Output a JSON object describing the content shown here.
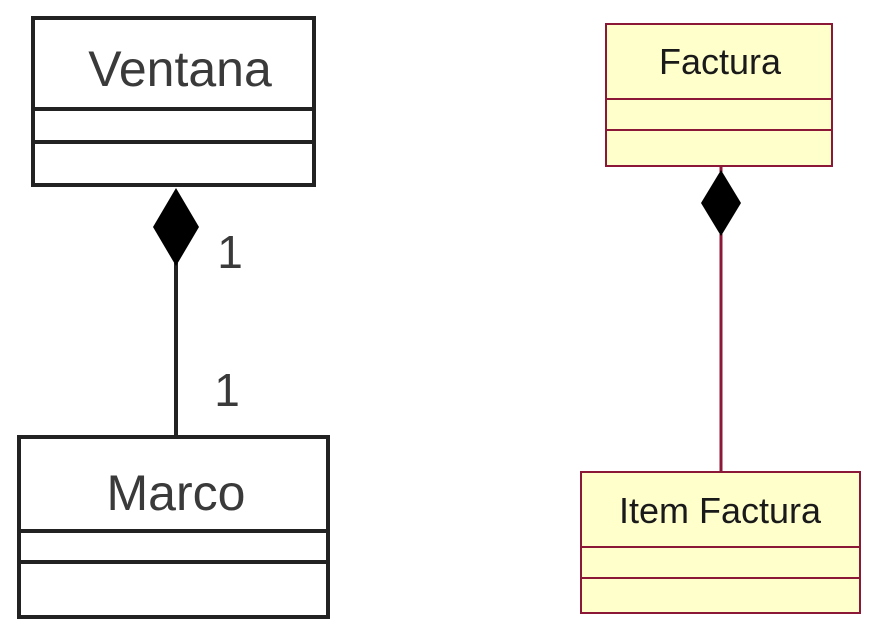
{
  "diagram": {
    "classes": {
      "ventana": {
        "name": "Ventana"
      },
      "marco": {
        "name": "Marco"
      },
      "factura": {
        "name": "Factura"
      },
      "item_factura": {
        "name": "Item Factura"
      }
    },
    "relations": {
      "ventana_marco": {
        "type": "composition",
        "whole_multiplicity": "1",
        "part_multiplicity": "1"
      },
      "factura_item": {
        "type": "composition"
      }
    }
  },
  "colors": {
    "bw_stroke": "#222222",
    "bw_fill": "#ffffff",
    "bw_text": "#3a3a3a",
    "color_stroke": "#8c1838",
    "color_fill": "#ffffcc",
    "color_text": "#1a1a1a",
    "diamond": "#000000"
  }
}
